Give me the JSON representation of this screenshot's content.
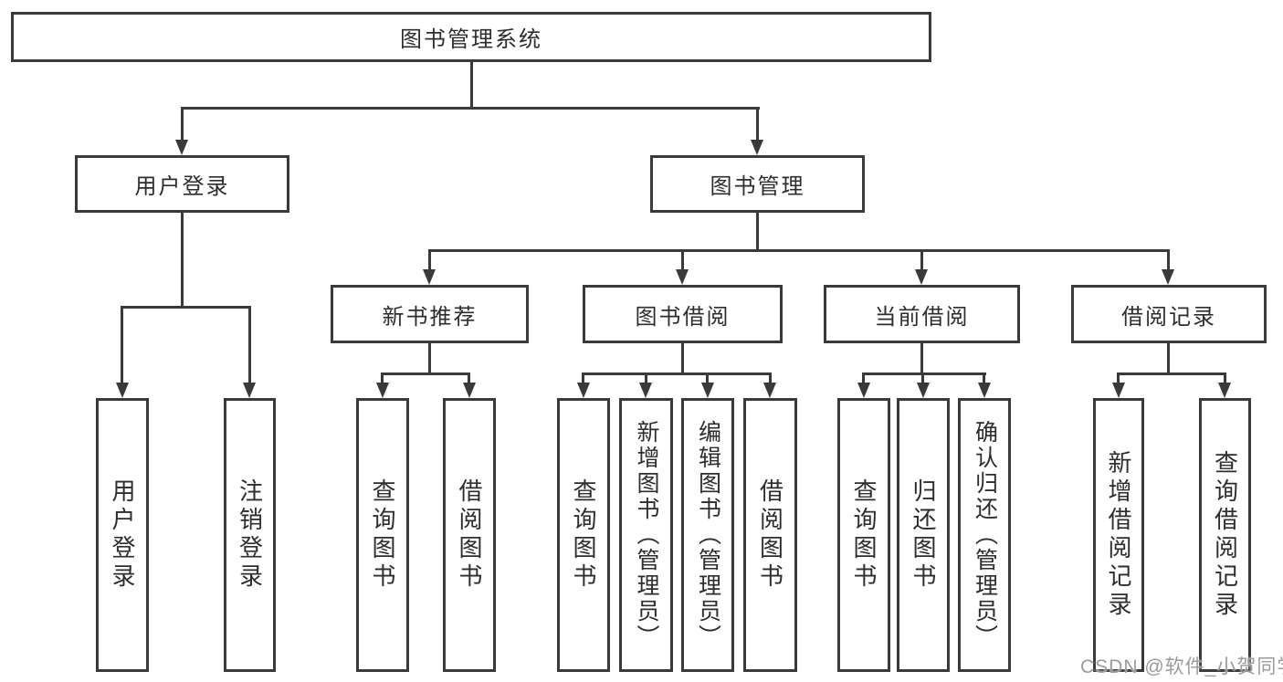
{
  "title": "图书管理系统",
  "nodes": {
    "root": "图书管理系统",
    "user_login": "用户登录",
    "book_management": "图书管理",
    "new_book_recommend": "新书推荐",
    "book_borrow": "图书借阅",
    "current_borrow": "当前借阅",
    "borrow_record": "借阅记录",
    "leaf_user_login": "用户登录",
    "leaf_logout_login": "注销登录",
    "leaf_query_book_1": "查询图书",
    "leaf_borrow_book_1": "借阅图书",
    "leaf_query_book_2": "查询图书",
    "leaf_add_book_admin": "新增图书（管理员）",
    "leaf_edit_book_admin": "编辑图书（管理员）",
    "leaf_borrow_book_2": "借阅图书",
    "leaf_query_book_3": "查询图书",
    "leaf_return_book": "归还图书",
    "leaf_confirm_return_admin": "确认归还（管理员）",
    "leaf_add_borrow_record": "新增借阅记录",
    "leaf_query_borrow_record": "查询借阅记录"
  },
  "watermark": "CSDN @软件_小贺同学",
  "colors": {
    "line": "#3a3a3a",
    "text": "#2d2d2d",
    "watermark": "#9b9b9b",
    "background": "#ffffff"
  }
}
